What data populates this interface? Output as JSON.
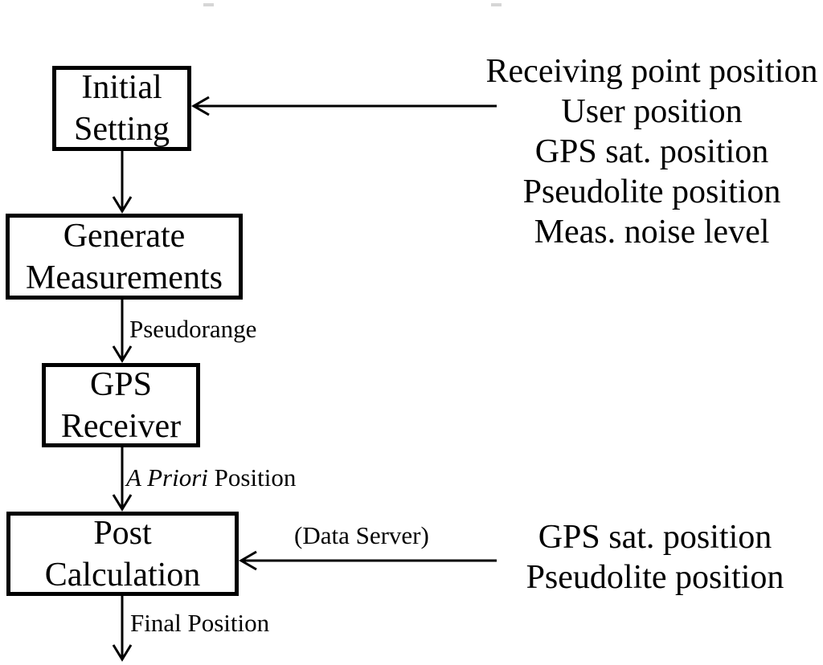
{
  "flow": {
    "boxes": [
      {
        "id": "initial-setting",
        "line1": "Initial",
        "line2": "Setting"
      },
      {
        "id": "generate-measurements",
        "line1": "Generate",
        "line2": "Measurements"
      },
      {
        "id": "gps-receiver",
        "line1": "GPS",
        "line2": "Receiver"
      },
      {
        "id": "post-calculation",
        "line1": "Post",
        "line2": "Calculation"
      }
    ],
    "arrow_labels": {
      "pseudorange": "Pseudorange",
      "a_priori_em": "A Priori",
      "a_priori_rest": " Position",
      "data_server": "(Data Server)",
      "final_position": "Final Position"
    },
    "inputs_top": {
      "lines": [
        "Receiving point position",
        "User position",
        "GPS sat. position",
        "Pseudolite position",
        "Meas. noise level"
      ]
    },
    "inputs_bottom": {
      "lines": [
        "GPS sat. position",
        "Pseudolite position"
      ]
    },
    "colors": {
      "line": "#000000",
      "text": "#000000",
      "background": "#ffffff"
    }
  }
}
